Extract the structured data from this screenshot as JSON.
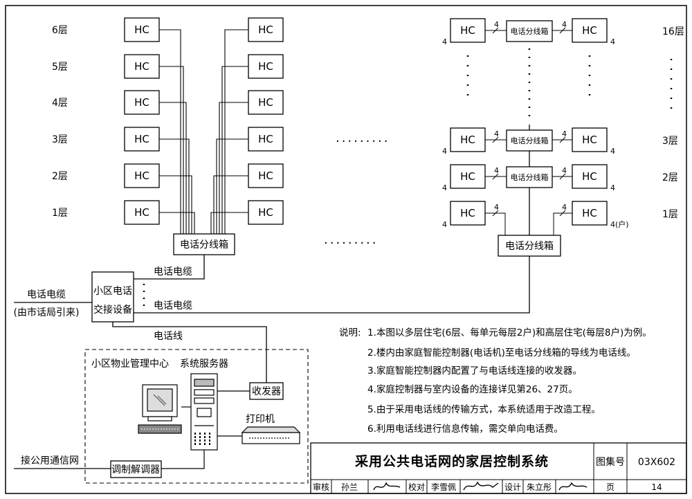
{
  "hc_label": "HC",
  "lowrise": {
    "floors": [
      "6层",
      "5层",
      "4层",
      "3层",
      "2层",
      "1层"
    ],
    "junction_box": "电话分线箱",
    "cable_label": "电话电缆"
  },
  "highrise": {
    "floors": [
      "16层",
      "3层",
      "2层",
      "1层"
    ],
    "junction_box": "电话分线箱",
    "count": "4",
    "household_label": "4(户)"
  },
  "exchange": {
    "line1": "小区电话",
    "line2": "交接设备",
    "incoming_cable": "电话电缆",
    "incoming_source": "(由市话局引来)",
    "cable_to_highrise": "电话电缆",
    "phone_line": "电话线"
  },
  "management": {
    "center_label": "小区物业管理中心",
    "server_label": "系统服务器",
    "transceiver": "收发器",
    "printer": "打印机",
    "modem": "调制解调器",
    "public_network": "接公用通信网"
  },
  "notes": {
    "prefix": "说明:",
    "items": [
      "1.本图以多层住宅(6层、每单元每层2户)和高层住宅(每层8户)为例。",
      "2.楼内由家庭智能控制器(电话机)至电话分线箱的导线为电话线。",
      "3.家庭智能控制器内配置了与电话线连接的收发器。",
      "4.家庭控制器与室内设备的连接详见第26、27页。",
      "5.由于采用电话线的传输方式，本系统适用于改造工程。",
      "6.利用电话线进行信息传输，需交单向电话费。"
    ]
  },
  "title_block": {
    "title": "采用公共电话网的家居控制系统",
    "atlas_no_label": "图集号",
    "atlas_no": "03X602",
    "review_label": "审核",
    "reviewer": "孙兰",
    "proof_label": "校对",
    "proofer": "李雪佩",
    "design_label": "设计",
    "designer": "朱立彤",
    "page_label": "页",
    "page": "14"
  }
}
